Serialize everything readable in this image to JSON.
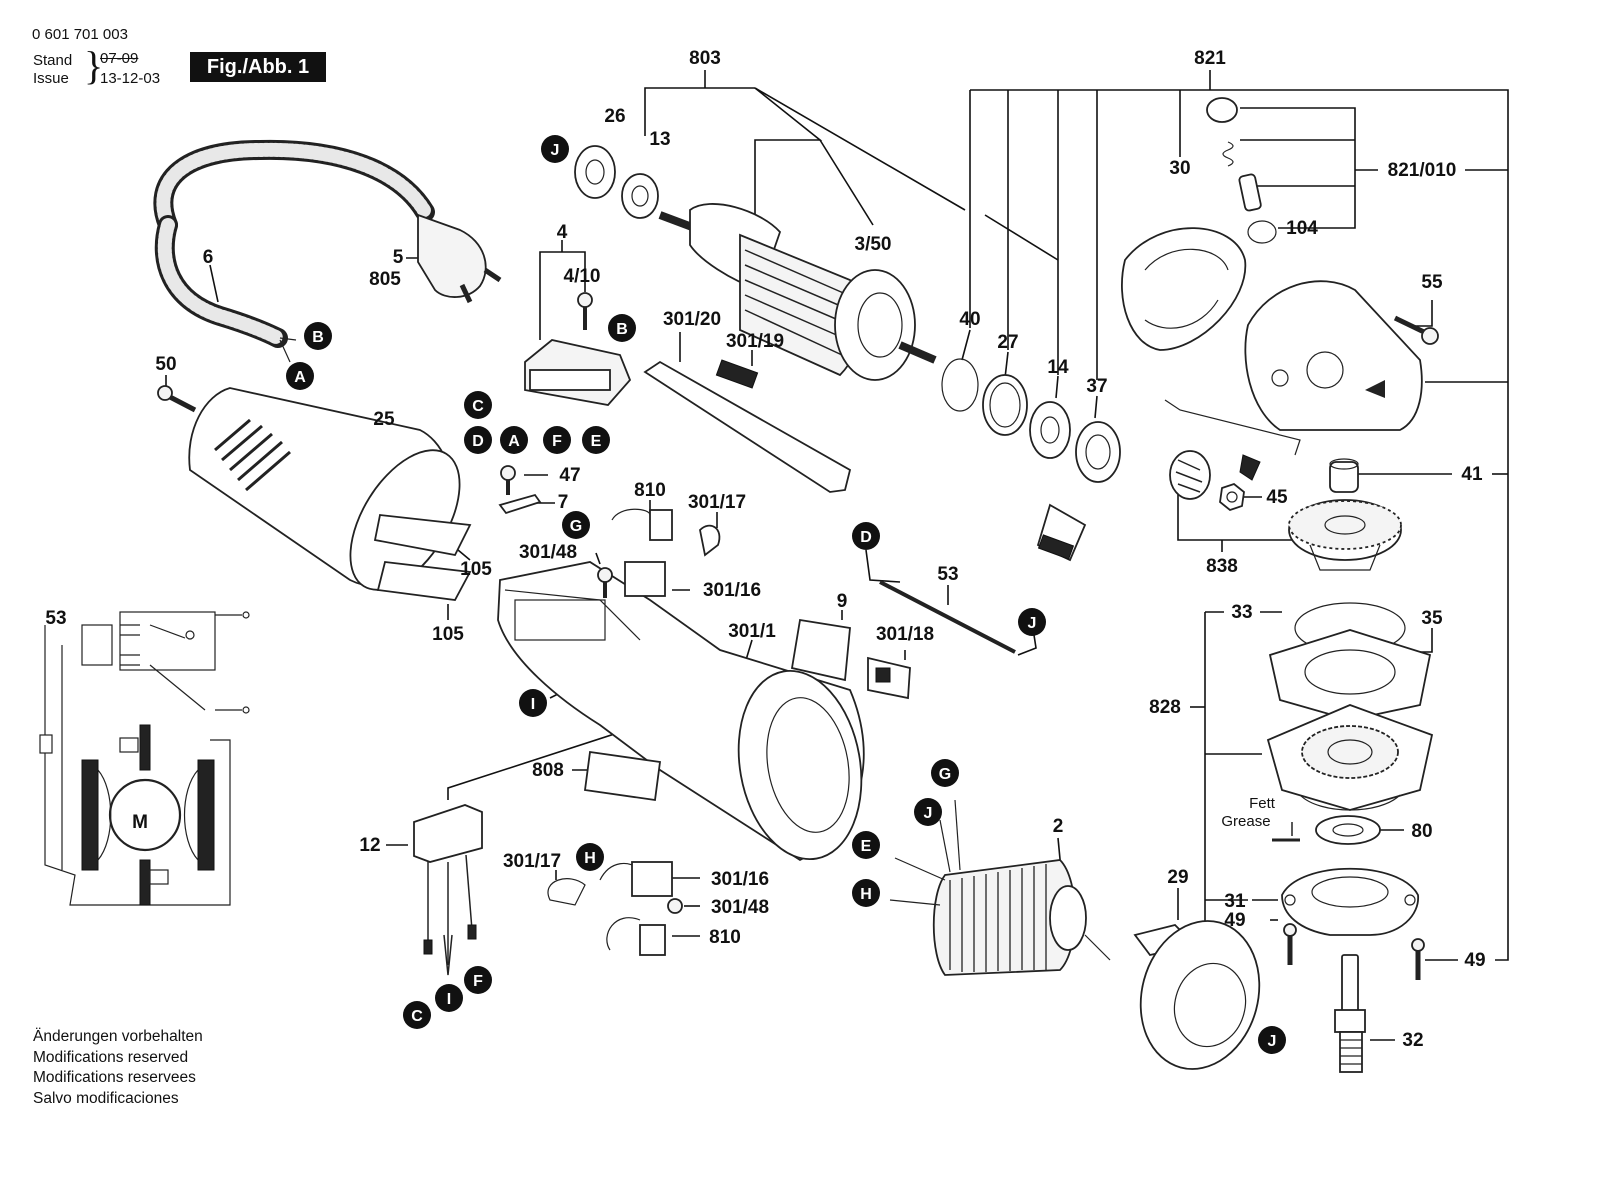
{
  "header": {
    "doc_number": "0 601 701 003",
    "stand_label": "Stand",
    "stand_date": "07-09",
    "issue_label": "Issue",
    "issue_date": "13-12-03",
    "figure_label": "Fig./Abb. 1"
  },
  "notes": [
    "Änderungen vorbehalten",
    "Modifications reserved",
    "Modifications reservees",
    "Salvo modificaciones"
  ],
  "parts": {
    "p803": "803",
    "p821": "821",
    "p26": "26",
    "p13": "13",
    "p4": "4",
    "p410": "4/10",
    "p6": "6",
    "p5": "5",
    "p805": "805",
    "p350": "3/50",
    "p30": "30",
    "p82101": "821/010",
    "p104": "104",
    "p55": "55",
    "p30120": "301/20",
    "p30119": "301/19",
    "p40": "40",
    "p27": "27",
    "p14": "14",
    "p37": "37",
    "p50": "50",
    "p25": "25",
    "p47": "47",
    "p7": "7",
    "p810a": "810",
    "p30117a": "301/17",
    "p30148a": "301/48",
    "p30116a": "301/16",
    "p105a": "105",
    "p105b": "105",
    "p53a": "53",
    "p53b": "53",
    "p45": "45",
    "p41": "41",
    "p838": "838",
    "p3011": "301/1",
    "p9": "9",
    "p30118": "301/18",
    "p33": "33",
    "p35": "35",
    "p828": "828",
    "p808": "808",
    "p2": "2",
    "p12": "12",
    "p30117b": "301/17",
    "p30116b": "301/16",
    "p30148b": "301/48",
    "p810b": "810",
    "p80": "80",
    "p29": "29",
    "p31": "31",
    "p49a": "49",
    "p49b": "49",
    "p32": "32"
  },
  "grease_labels": {
    "de": "Fett",
    "en": "Grease"
  },
  "motor_label": "M",
  "markers": {
    "A": "A",
    "B": "B",
    "C": "C",
    "D": "D",
    "E": "E",
    "F": "F",
    "G": "G",
    "H": "H",
    "I": "I",
    "J": "J"
  }
}
